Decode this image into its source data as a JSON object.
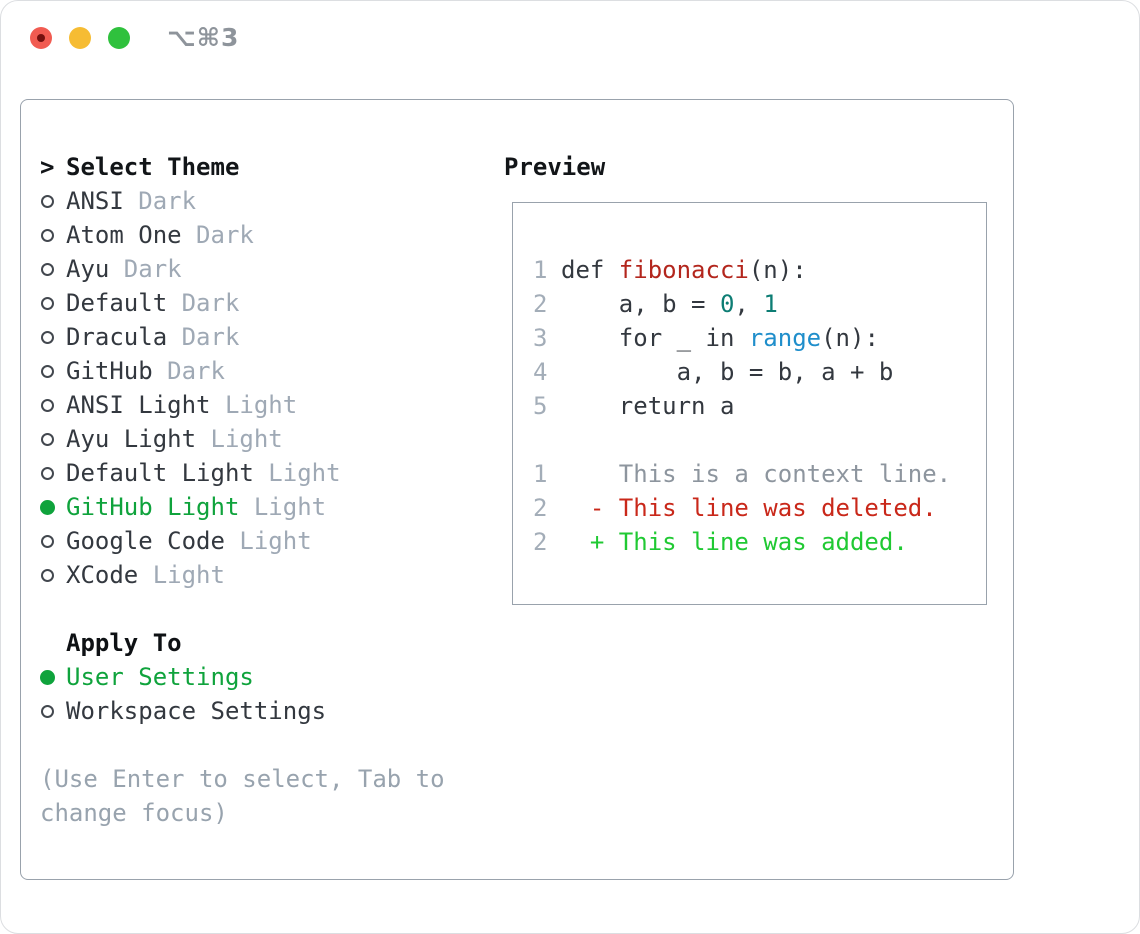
{
  "titlebar": {
    "title": "⌥⌘3",
    "buttons": [
      "close",
      "minimize",
      "zoom"
    ]
  },
  "colors": {
    "selected": "#0fa33c",
    "added": "#20c933",
    "deleted": "#c9281a",
    "func": "#b3261d",
    "num": "#0d7d74",
    "builtin": "#1f8ecb",
    "context": "#8d959e",
    "tl-red": "#f15b51",
    "tl-red-dot": "#74100e",
    "tl-yellow": "#f6bc33",
    "tl-green": "#2fc13d"
  },
  "picker": {
    "header": {
      "marker": ">",
      "label": "Select Theme"
    },
    "themes": [
      {
        "name": "ANSI",
        "variant": "Dark",
        "selected": false
      },
      {
        "name": "Atom One",
        "variant": "Dark",
        "selected": false
      },
      {
        "name": "Ayu",
        "variant": "Dark",
        "selected": false
      },
      {
        "name": "Default",
        "variant": "Dark",
        "selected": false
      },
      {
        "name": "Dracula",
        "variant": "Dark",
        "selected": false
      },
      {
        "name": "GitHub",
        "variant": "Dark",
        "selected": false
      },
      {
        "name": "ANSI Light",
        "variant": "Light",
        "selected": false
      },
      {
        "name": "Ayu Light",
        "variant": "Light",
        "selected": false
      },
      {
        "name": "Default Light",
        "variant": "Light",
        "selected": false
      },
      {
        "name": "GitHub Light",
        "variant": "Light",
        "selected": true
      },
      {
        "name": "Google Code",
        "variant": "Light",
        "selected": false
      },
      {
        "name": "XCode",
        "variant": "Light",
        "selected": false
      }
    ],
    "apply_to": {
      "label": "Apply To",
      "options": [
        {
          "name": "User Settings",
          "selected": true
        },
        {
          "name": "Workspace Settings",
          "selected": false
        }
      ]
    },
    "hint": "(Use Enter to select, Tab to change focus)"
  },
  "preview": {
    "label": "Preview",
    "lines": [
      {
        "num": "1",
        "segments": [
          {
            "text": "def ",
            "style": "plain"
          },
          {
            "text": "fibonacci",
            "style": "function"
          },
          {
            "text": "(n):",
            "style": "plain"
          }
        ]
      },
      {
        "num": "2",
        "segments": [
          {
            "text": "    a, b = ",
            "style": "plain"
          },
          {
            "text": "0",
            "style": "number"
          },
          {
            "text": ", ",
            "style": "plain"
          },
          {
            "text": "1",
            "style": "number"
          }
        ]
      },
      {
        "num": "3",
        "segments": [
          {
            "text": "    for _ in ",
            "style": "plain"
          },
          {
            "text": "range",
            "style": "builtin"
          },
          {
            "text": "(n):",
            "style": "plain"
          }
        ]
      },
      {
        "num": "4",
        "segments": [
          {
            "text": "        a, b = b, a + b",
            "style": "plain"
          }
        ]
      },
      {
        "num": "5",
        "segments": [
          {
            "text": "    return a",
            "style": "plain"
          }
        ]
      },
      {
        "num": "",
        "segments": []
      },
      {
        "num": "1",
        "segments": [
          {
            "text": "    This is a context line.",
            "style": "context"
          }
        ]
      },
      {
        "num": "2",
        "segments": [
          {
            "text": "  - This line was deleted.",
            "style": "deleted"
          }
        ]
      },
      {
        "num": "2",
        "segments": [
          {
            "text": "  + This line was added.",
            "style": "added"
          }
        ]
      }
    ]
  }
}
